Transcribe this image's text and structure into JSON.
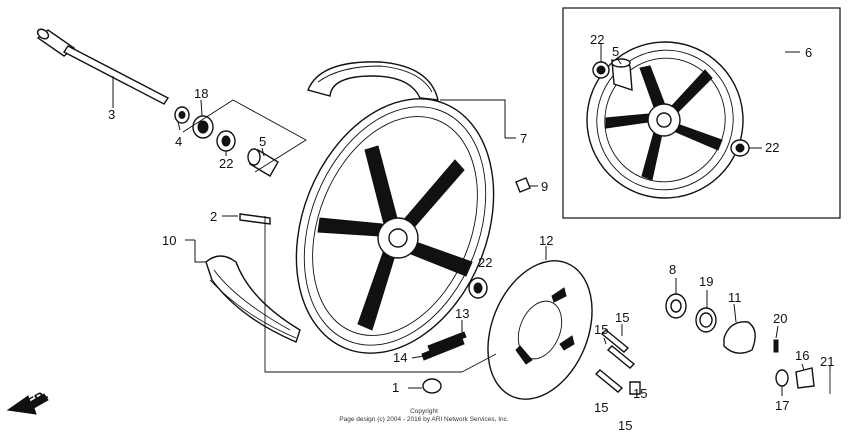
{
  "callouts": {
    "c1": "1",
    "c2": "2",
    "c3": "3",
    "c4": "4",
    "c5a": "5",
    "c5b": "5",
    "c6": "6",
    "c7": "7",
    "c8": "8",
    "c9": "9",
    "c10": "10",
    "c11": "11",
    "c12": "12",
    "c13": "13",
    "c14": "14",
    "c15a": "15",
    "c15b": "15",
    "c15c": "15",
    "c15d": "15",
    "c15e": "15",
    "c16": "16",
    "c17": "17",
    "c18": "18",
    "c19": "19",
    "c20": "20",
    "c21": "21",
    "c22a": "22",
    "c22b": "22",
    "c22c": "22",
    "c22d": "22"
  },
  "direction_label": "FR.",
  "copyright": {
    "line1": "Copyright",
    "line2": "Page design (c) 2004 - 2016 by ARI Network Services, Inc."
  }
}
